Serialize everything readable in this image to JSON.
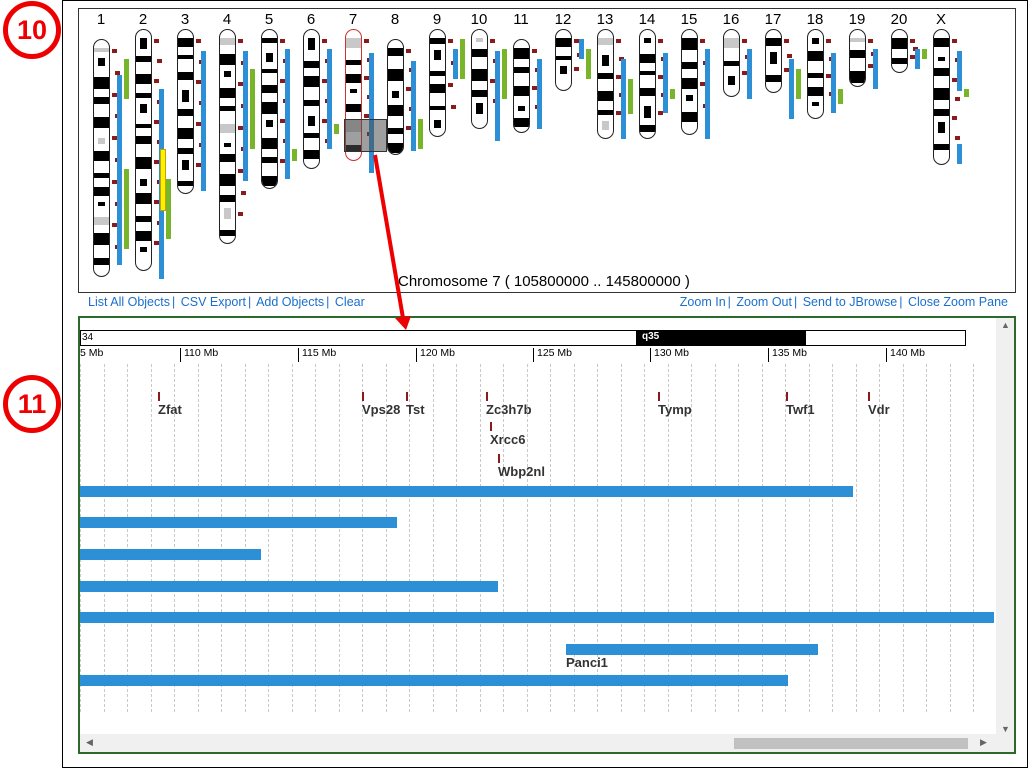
{
  "callouts": {
    "top": "10",
    "bottom": "11"
  },
  "chromosomes": [
    "1",
    "2",
    "3",
    "4",
    "5",
    "6",
    "7",
    "8",
    "9",
    "10",
    "11",
    "12",
    "13",
    "14",
    "15",
    "16",
    "17",
    "18",
    "19",
    "20",
    "X"
  ],
  "caption": "Chromosome 7 ( 105800000 .. 145800000 )",
  "toolbar": {
    "list_all": "List All Objects",
    "csv_export": "CSV Export",
    "add_objects": "Add Objects",
    "clear": "Clear",
    "zoom_in": "Zoom In",
    "zoom_out": "Zoom Out",
    "send_jbrowse": "Send to JBrowse",
    "close_zoom": "Close Zoom Pane",
    "separator": "|"
  },
  "zoom": {
    "band_left": "34",
    "band_q35": "q35",
    "ticks": [
      "5 Mb",
      "110 Mb",
      "115 Mb",
      "120 Mb",
      "125 Mb",
      "130 Mb",
      "135 Mb",
      "140 Mb"
    ],
    "features": [
      "Zfat",
      "Vps28",
      "Tst",
      "Zc3h7b",
      "Xrcc6",
      "Wbp2nl",
      "Tymp",
      "Twf1",
      "Vdr",
      "Panci1"
    ]
  },
  "colors": {
    "hit_blue": "#2d8fd5",
    "hit_green": "#78b52a",
    "marker": "#8b1a1a",
    "callout": "#e00000",
    "pane_border": "#2a6a2a"
  }
}
